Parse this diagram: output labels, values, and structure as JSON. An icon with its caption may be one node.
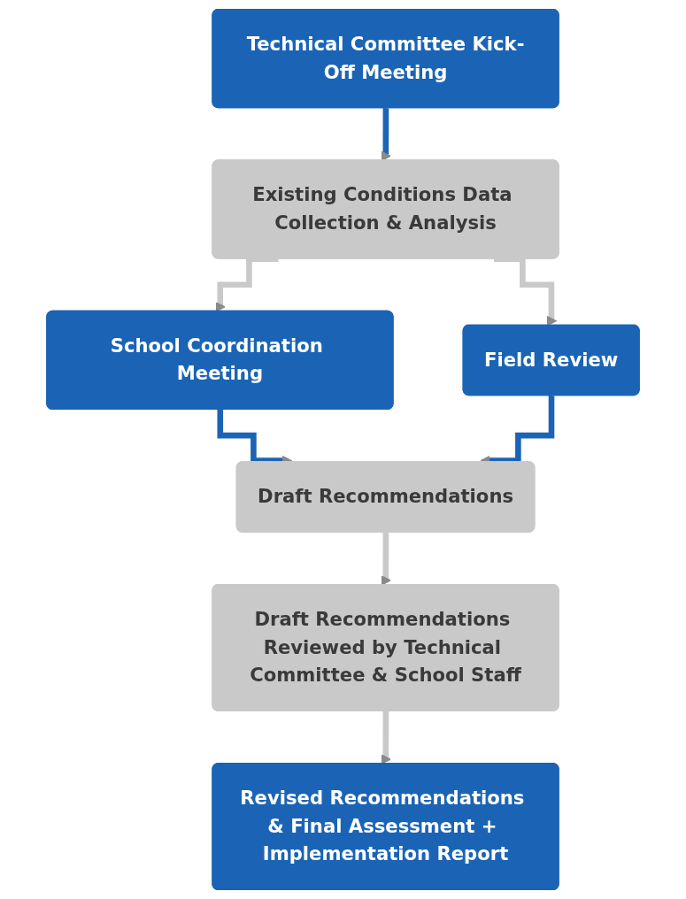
{
  "diagram": {
    "nodes": [
      {
        "text": [
          "Technical Committee Kick-Off Meeting"
        ]
      },
      {
        "text": [
          "Existing Conditions Data Collection & Analysis"
        ]
      },
      {
        "text": [
          "School Coordination Meeting"
        ]
      },
      {
        "text": [
          "Field Review"
        ]
      },
      {
        "text": [
          "Draft Recommendations"
        ]
      },
      {
        "text": [
          "Draft Recommendations Reviewed by Technical Committee & School Staff"
        ]
      },
      {
        "text": [
          "Revised Recommendations & Final Assessment + Implementation Report"
        ]
      }
    ],
    "edges": [
      {
        "from": 0,
        "to": 1,
        "arrow": "to",
        "color": "#1b64b5"
      },
      {
        "from": 1,
        "to": 2,
        "arrow": "to"
      },
      {
        "from": 1,
        "to": 3,
        "arrow": "to"
      },
      {
        "from": 2,
        "to": 4,
        "arrow": "to",
        "color": "#1b64b5"
      },
      {
        "from": 3,
        "to": 4,
        "arrow": "to",
        "color": "#1b64b5"
      },
      {
        "from": 4,
        "to": 5,
        "arrow": "to"
      },
      {
        "from": 5,
        "to": 6,
        "arrow": "to"
      }
    ]
  }
}
